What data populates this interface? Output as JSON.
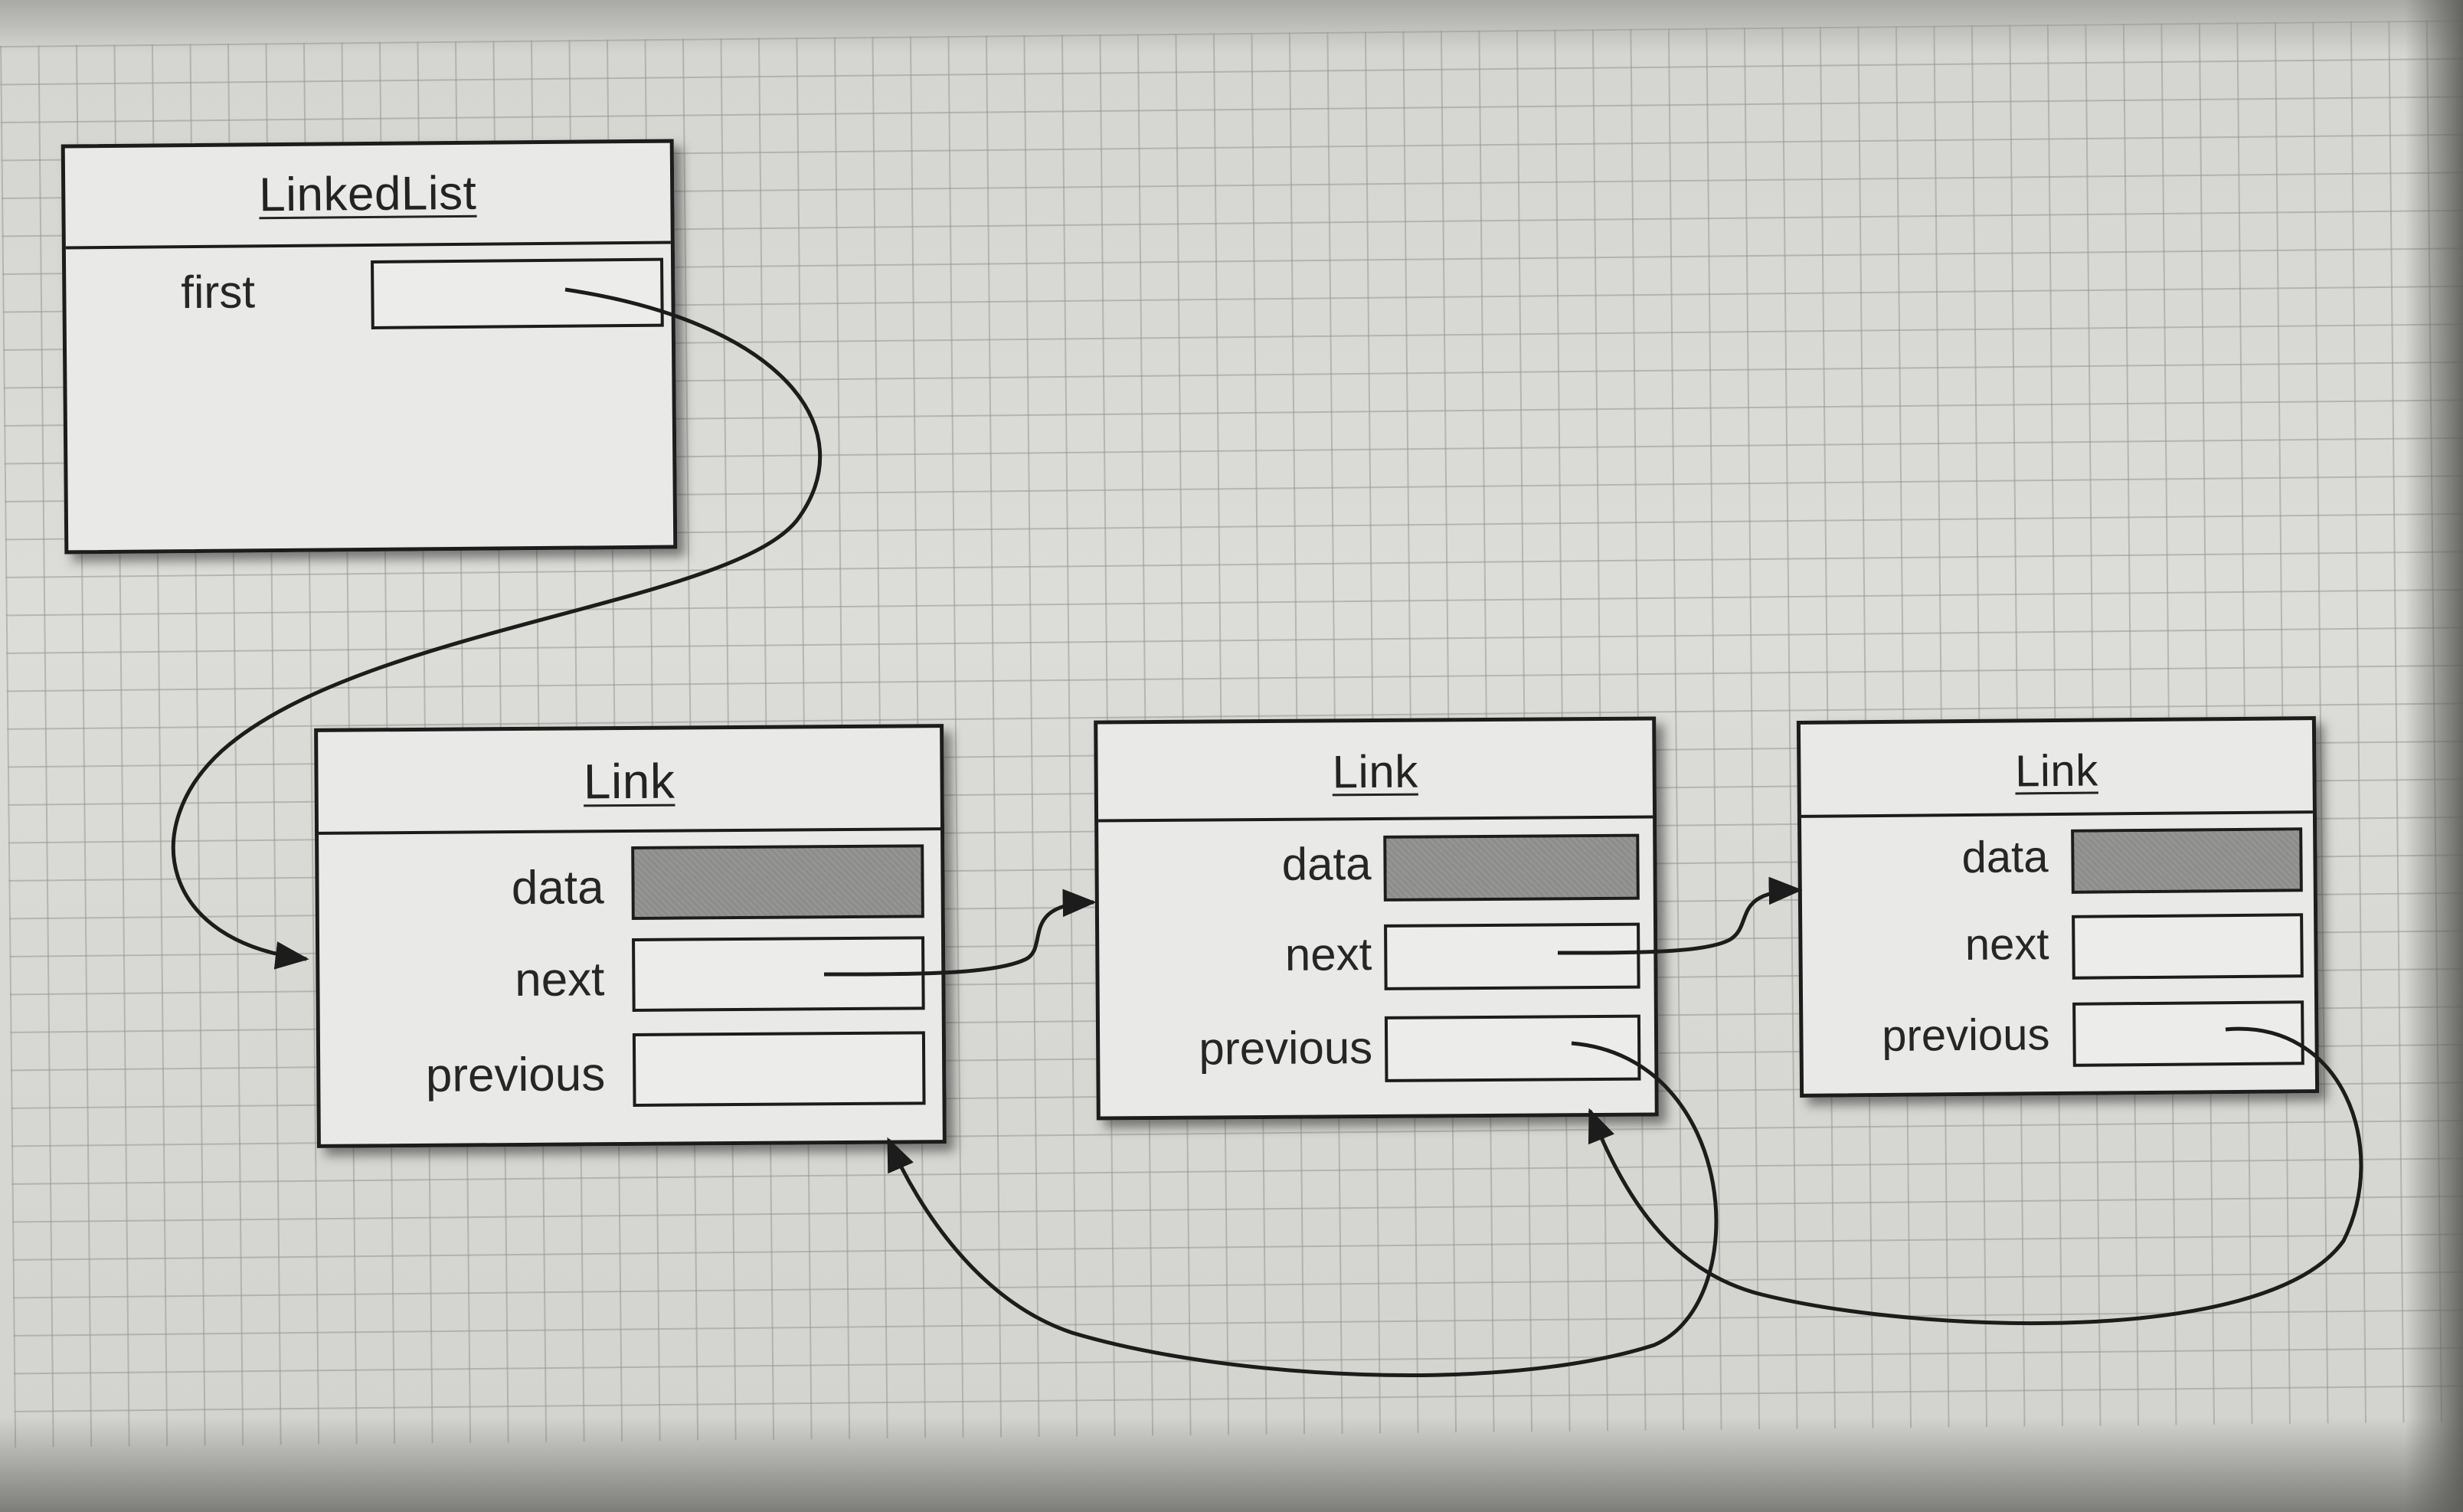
{
  "linked_list": {
    "title": "LinkedList",
    "fields": [
      "first"
    ]
  },
  "links": [
    {
      "title": "Link",
      "fields": [
        "data",
        "next",
        "previous"
      ]
    },
    {
      "title": "Link",
      "fields": [
        "data",
        "next",
        "previous"
      ]
    },
    {
      "title": "Link",
      "fields": [
        "data",
        "next",
        "previous"
      ]
    }
  ],
  "colors": {
    "line": "#1c1c1c",
    "box_fill": "#e9e9e7",
    "data_fill": "#8f8f8d",
    "grid": "#969692"
  }
}
